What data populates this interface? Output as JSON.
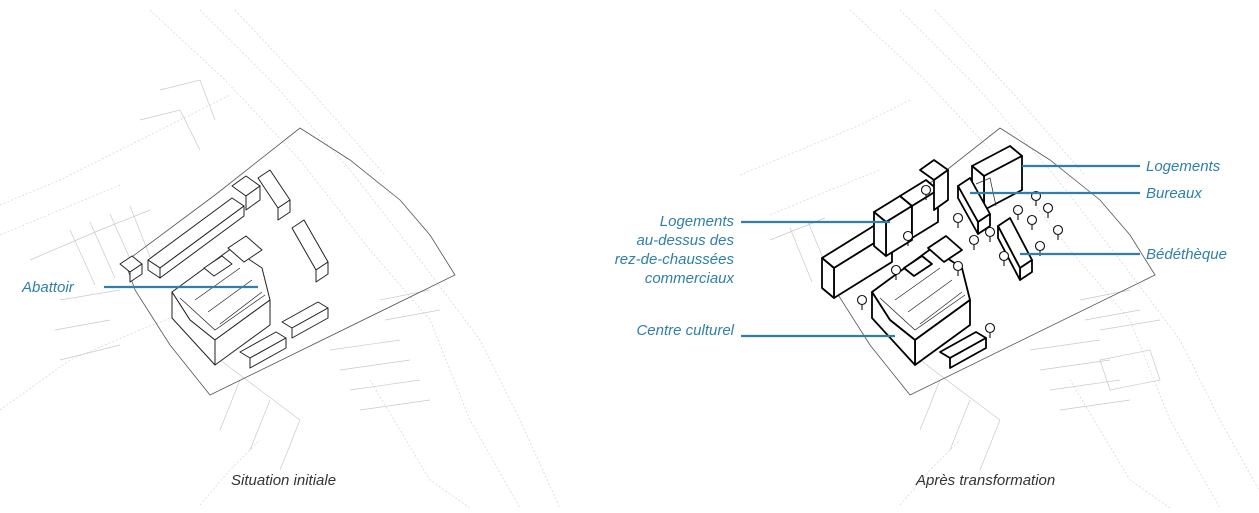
{
  "left_panel": {
    "caption": "Situation initiale",
    "labels": {
      "abattoir": "Abattoir"
    }
  },
  "right_panel": {
    "caption": "Après transformation",
    "labels": {
      "logements_top": "Logements",
      "bureaux": "Bureaux",
      "bedetheque": "Bédéthèque",
      "logements_mixed": [
        "Logements",
        "au-dessus des",
        "rez-de-chaussées",
        "commerciaux"
      ],
      "centre_culturel": "Centre culturel"
    }
  },
  "colors": {
    "label": "#2f7fa8",
    "caption": "#333333",
    "linework": "#222222",
    "context": "#c9c9c9"
  }
}
